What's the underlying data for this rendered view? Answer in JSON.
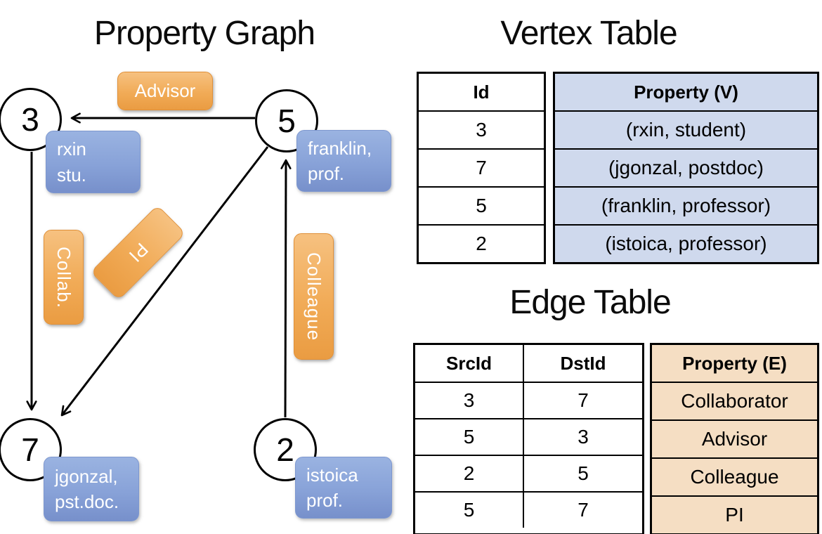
{
  "graph": {
    "title": "Property Graph",
    "nodes": [
      {
        "id": "3",
        "label_line1": "rxin",
        "label_line2": "stu."
      },
      {
        "id": "5",
        "label_line1": "franklin,",
        "label_line2": "prof."
      },
      {
        "id": "7",
        "label_line1": "jgonzal,",
        "label_line2": "pst.doc."
      },
      {
        "id": "2",
        "label_line1": "istoica",
        "label_line2": "prof."
      }
    ],
    "edge_labels": {
      "advisor": "Advisor",
      "collab": "Collab.",
      "pi": "PI",
      "colleague": "Colleague"
    }
  },
  "vertex_table": {
    "title": "Vertex Table",
    "columns": {
      "id": "Id",
      "property": "Property (V)"
    },
    "rows": [
      {
        "id": "3",
        "property": "(rxin, student)"
      },
      {
        "id": "7",
        "property": "(jgonzal, postdoc)"
      },
      {
        "id": "5",
        "property": "(franklin, professor)"
      },
      {
        "id": "2",
        "property": "(istoica, professor)"
      }
    ]
  },
  "edge_table": {
    "title": "Edge Table",
    "columns": {
      "src": "SrcId",
      "dst": "DstId",
      "property": "Property (E)"
    },
    "rows": [
      {
        "src": "3",
        "dst": "7",
        "property": "Collaborator"
      },
      {
        "src": "5",
        "dst": "3",
        "property": "Advisor"
      },
      {
        "src": "2",
        "dst": "5",
        "property": "Colleague"
      },
      {
        "src": "5",
        "dst": "7",
        "property": "PI"
      }
    ]
  },
  "colors": {
    "edge_label_fill": "#F0AB55",
    "vertex_label_fill": "#88A2D8",
    "vertex_table_fill": "#CFD9ED",
    "edge_table_fill": "#F5DEC3",
    "stroke": "#000000",
    "pill_text": "#FFFFFF"
  }
}
